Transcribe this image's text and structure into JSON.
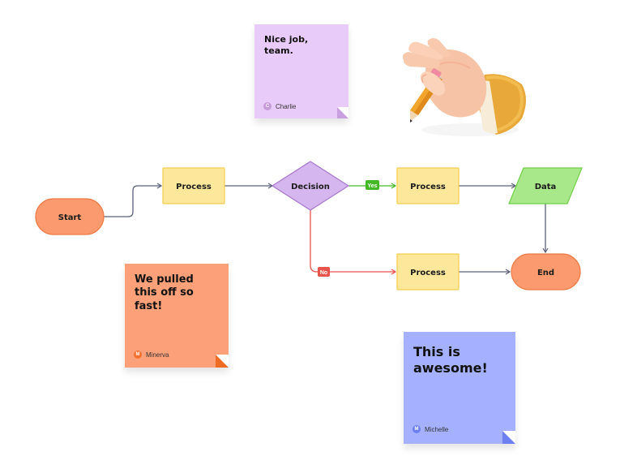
{
  "flowchart": {
    "nodes": {
      "start": "Start",
      "process_1": "Process",
      "decision": "Decision",
      "process_yes": "Process",
      "data": "Data",
      "process_no": "Process",
      "end": "End"
    },
    "edge_labels": {
      "yes": "Yes",
      "no": "No"
    }
  },
  "sticky_notes": {
    "charlie": {
      "text": "Nice job, team.",
      "author": "Charlie",
      "initial": "C",
      "color": "#e9cbf9"
    },
    "minerva": {
      "text": "We pulled this off so fast!",
      "author": "Minerva",
      "initial": "M",
      "color": "#fca079"
    },
    "michelle": {
      "text": "This is awesome!",
      "author": "Michelle",
      "initial": "M",
      "color": "#a5b1fe"
    }
  },
  "colors": {
    "terminal": "#fb9a6e",
    "process": "#fde79a",
    "decision": "#d5b6ee",
    "data": "#a8e88b",
    "yes_branch": "#45b826",
    "no_branch": "#e8534b",
    "connector": "#5b5f78"
  },
  "illustration": {
    "icon": "hand-holding-pencil-icon"
  }
}
